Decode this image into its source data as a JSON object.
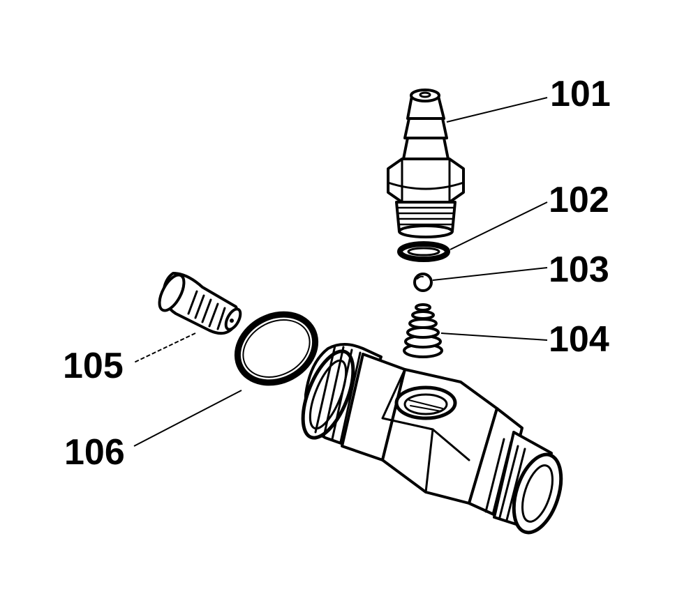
{
  "parts": [
    {
      "id": "101",
      "name": "hose-barb-fitting-icon"
    },
    {
      "id": "102",
      "name": "sealing-ring-icon"
    },
    {
      "id": "103",
      "name": "ball-icon"
    },
    {
      "id": "104",
      "name": "conical-spring-icon"
    },
    {
      "id": "105",
      "name": "nozzle-insert-icon"
    },
    {
      "id": "106",
      "name": "o-ring-icon"
    }
  ],
  "colors": {
    "ink": "#000000",
    "background": "#ffffff"
  }
}
